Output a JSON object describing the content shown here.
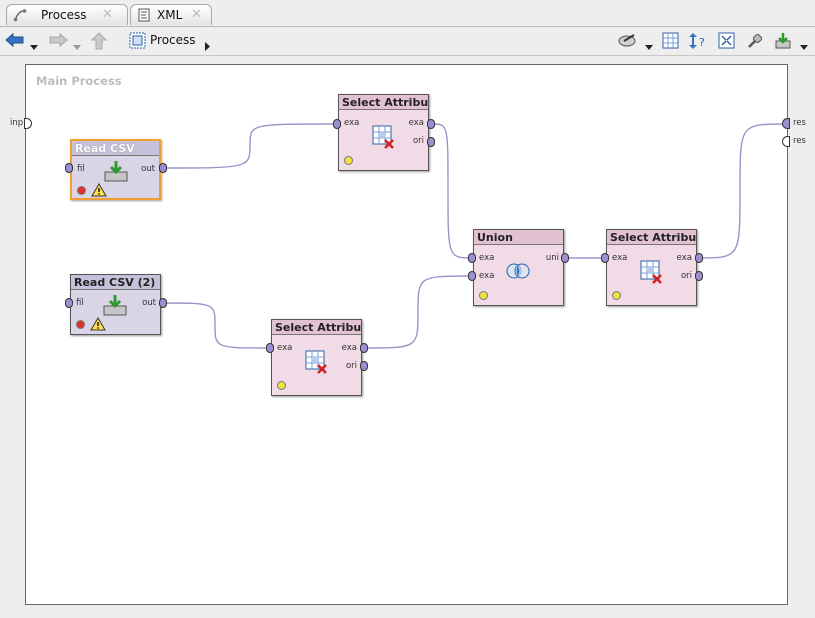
{
  "tabs": [
    {
      "label": "Process",
      "icon": "process-icon"
    },
    {
      "label": "XML",
      "icon": "xml-icon"
    }
  ],
  "toolbar": {
    "breadcrumb": "Process",
    "left_icons": [
      "back-arrow-icon",
      "forward-arrow-icon",
      "up-arrow-icon"
    ],
    "right_icons": [
      "auto-wire-icon",
      "grid-icon",
      "arrange-icon",
      "fit-view-icon",
      "plug-icon",
      "export-icon"
    ]
  },
  "canvas": {
    "title": "Main Process",
    "left_port": "inp",
    "right_ports": [
      "res",
      "res"
    ]
  },
  "operators": {
    "read_csv": {
      "title": "Read CSV",
      "in": "fil",
      "out": "out",
      "status": "error",
      "warning": true
    },
    "read_csv_2": {
      "title": "Read CSV (2)",
      "in": "fil",
      "out": "out",
      "status": "error",
      "warning": true
    },
    "select_1": {
      "title": "Select Attribu...",
      "in": "exa",
      "out1": "exa",
      "out2": "ori"
    },
    "select_2": {
      "title": "Select Attribu...",
      "in": "exa",
      "out1": "exa",
      "out2": "ori"
    },
    "union": {
      "title": "Union",
      "in1": "exa",
      "in2": "exa",
      "out": "uni"
    },
    "select_3": {
      "title": "Select Attribu...",
      "in": "exa",
      "out1": "exa",
      "out2": "ori"
    }
  },
  "colors": {
    "read_op": "#d9d4e6",
    "read_head": "#c7c0da",
    "transform_op": "#f0dbe6",
    "transform_head": "#e2c2d2",
    "wire": "#9f93c8",
    "port": "#9c8fd1",
    "selected_border": "#f0a030"
  }
}
